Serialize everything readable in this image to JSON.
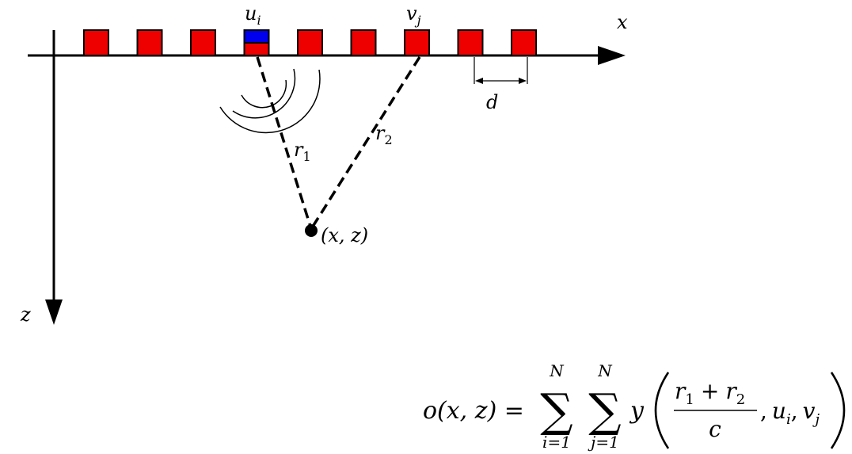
{
  "diagram": {
    "axis_x_label": "x",
    "axis_z_label": "z",
    "transmitter_label": "u",
    "transmitter_sub": "i",
    "receiver_label": "v",
    "receiver_sub": "j",
    "spacing_label": "d",
    "path1_label": "r",
    "path1_sub": "1",
    "path2_label": "r",
    "path2_sub": "2",
    "point_label": "(x, z)",
    "element_count": 9,
    "transmitter_index": 3,
    "receiver_index": 6,
    "colors": {
      "element": "#ee0000",
      "transmitter_top": "#0000ee",
      "line": "#000000"
    }
  },
  "formula": {
    "lhs": "o(x, z) =",
    "sum1_top": "N",
    "sum1_bottom": "i=1",
    "sum2_top": "N",
    "sum2_bottom": "j=1",
    "func": "y",
    "numerator": "r",
    "numerator_sub1": "1",
    "plus": "+",
    "numerator_r2": "r",
    "numerator_sub2": "2",
    "denominator": "c",
    "args_u": "u",
    "args_u_sub": "i",
    "args_v": "v",
    "args_v_sub": "j",
    "sigma": "∑"
  }
}
